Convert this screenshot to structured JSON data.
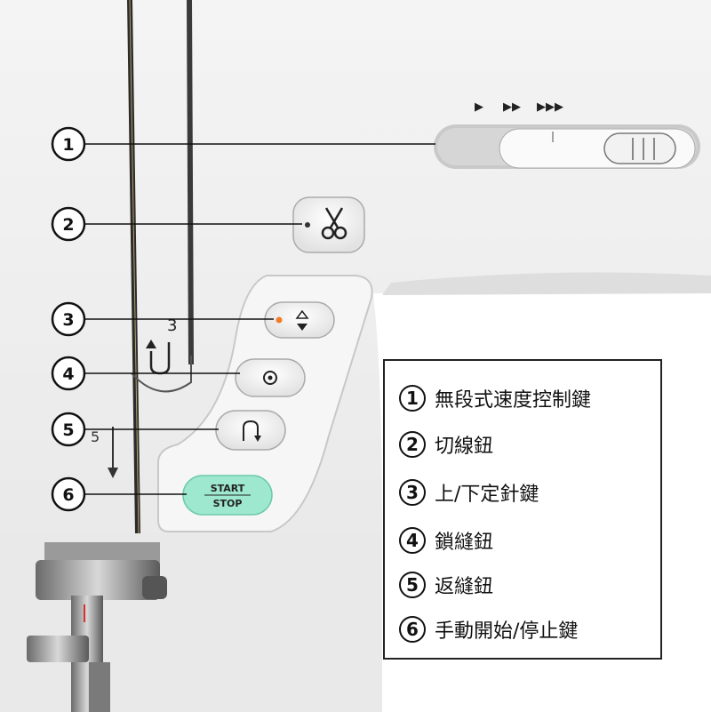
{
  "machine": {
    "speed_arrows": [
      "▶",
      "▶▶",
      "▶▶▶"
    ],
    "thread_guide_number_3": "3",
    "thread_guide_number_5": "5",
    "start_stop_label_top": "START",
    "start_stop_label_bottom": "STOP",
    "start_stop_color": "#9ee8d0",
    "led_color": "#f07d2a"
  },
  "callouts": [
    "1",
    "2",
    "3",
    "4",
    "5",
    "6"
  ],
  "legend": {
    "items": [
      {
        "num": "1",
        "label": "無段式速度控制鍵"
      },
      {
        "num": "2",
        "label": "切線鈕"
      },
      {
        "num": "3",
        "label": "上/下定針鍵"
      },
      {
        "num": "4",
        "label": "鎖縫鈕"
      },
      {
        "num": "5",
        "label": "返縫鈕"
      },
      {
        "num": "6",
        "label": "手動開始/停止鍵"
      }
    ]
  }
}
